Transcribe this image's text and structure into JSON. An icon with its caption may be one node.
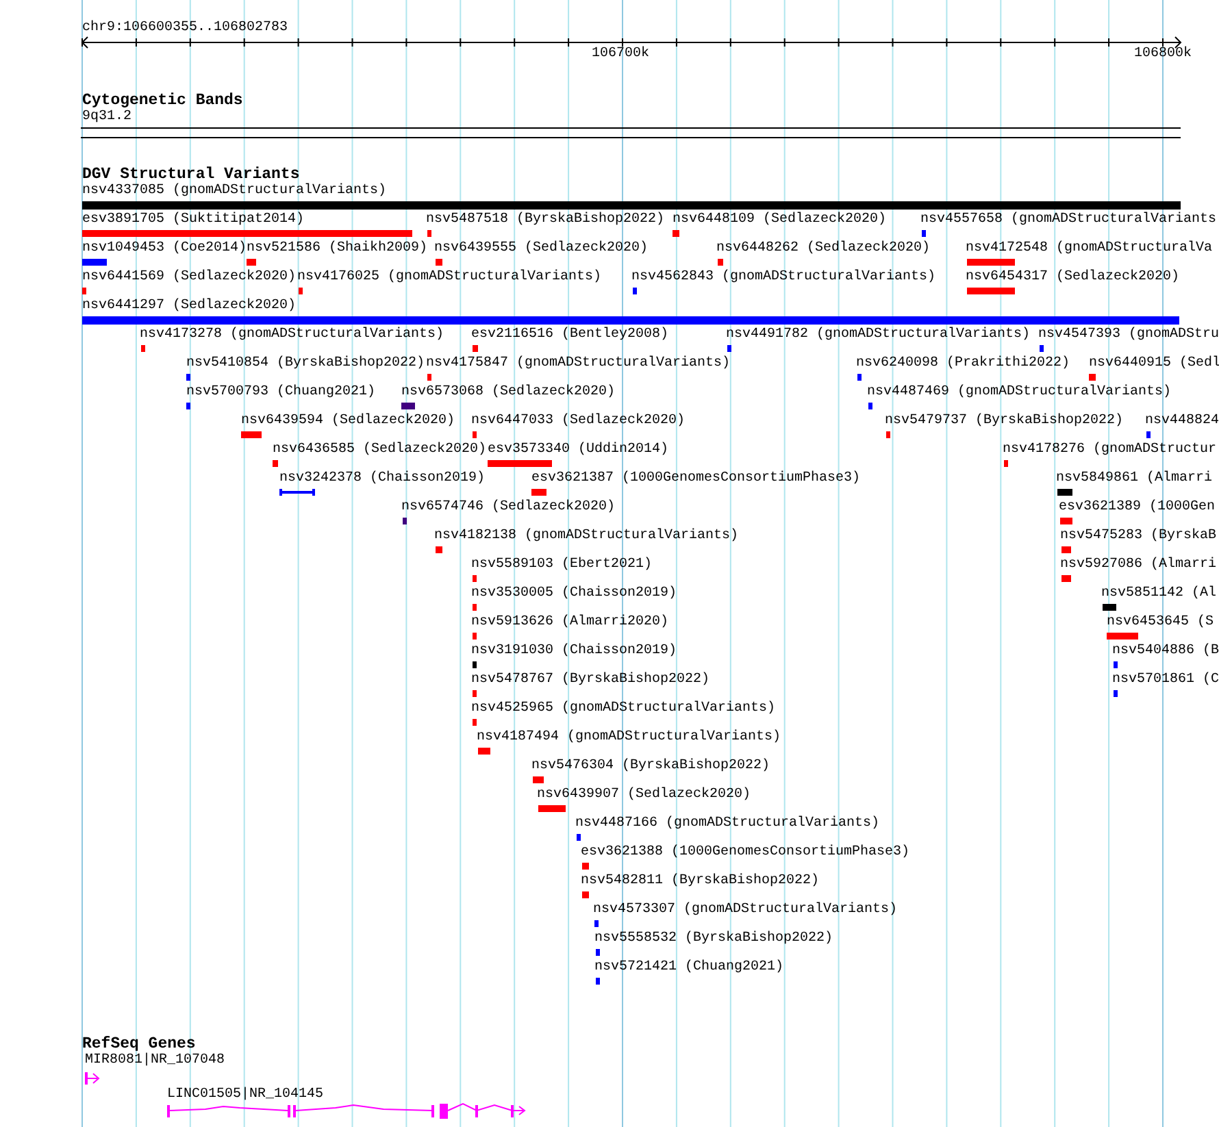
{
  "diagram": {
    "labels": [
      "chr9:106600355..106802783",
      "106700k",
      "106800k",
      "Cytogenetic Bands",
      "9q31.2",
      "DGV Structural Variants",
      "nsv4337085 (gnomADStructuralVariants)",
      "esv3891705 (Suktitipat2014)",
      "nsv5487518 (ByrskaBishop2022)",
      "nsv6448109 (Sedlazeck2020)",
      "nsv4557658 (gnomADStructuralVariants",
      "nsv1049453 (Coe2014)",
      "nsv521586 (Shaikh2009)",
      "nsv6439555 (Sedlazeck2020)",
      "nsv6448262 (Sedlazeck2020)",
      "nsv4172548 (gnomADStructuralVa",
      "nsv6441569 (Sedlazeck2020)",
      "nsv4176025 (gnomADStructuralVariants)",
      "nsv4562843 (gnomADStructuralVariants)",
      "nsv6454317 (Sedlazeck2020)",
      "nsv6441297 (Sedlazeck2020)",
      "nsv4173278 (gnomADStructuralVariants)",
      "esv2116516 (Bentley2008)",
      "nsv4491782 (gnomADStructuralVariants)",
      "nsv4547393 (gnomADStru",
      "nsv5410854 (ByrskaBishop2022)",
      "nsv4175847 (gnomADStructuralVariants)",
      "nsv6240098 (Prakrithi2022)",
      "nsv6440915 (Sedl",
      "nsv5700793 (Chuang2021)",
      "nsv6573068 (Sedlazeck2020)",
      "nsv4487469 (gnomADStructuralVariants)",
      "nsv6439594 (Sedlazeck2020)",
      "nsv6447033 (Sedlazeck2020)",
      "nsv5479737 (ByrskaBishop2022)",
      "nsv448824",
      "nsv6436585 (Sedlazeck2020)",
      "esv3573340 (Uddin2014)",
      "nsv4178276 (gnomADStructur",
      "nsv3242378 (Chaisson2019)",
      "esv3621387 (1000GenomesConsortiumPhase3)",
      "nsv5849861 (Almarri",
      "nsv6574746 (Sedlazeck2020)",
      "esv3621389 (1000Gen",
      "nsv4182138 (gnomADStructuralVariants)",
      "nsv5475283 (ByrskaB",
      "nsv5589103 (Ebert2021)",
      "nsv5927086 (Almarri",
      "nsv3530005 (Chaisson2019)",
      "nsv5851142 (Al",
      "nsv5913626 (Almarri2020)",
      "nsv6453645 (S",
      "nsv3191030 (Chaisson2019)",
      "nsv5404886 (B",
      "nsv5478767 (ByrskaBishop2022)",
      "nsv5701861 (C",
      "nsv4525965 (gnomADStructuralVariants)",
      "nsv4187494 (gnomADStructuralVariants)",
      "nsv5476304 (ByrskaBishop2022)",
      "nsv6439907 (Sedlazeck2020)",
      "nsv4487166 (gnomADStructuralVariants)",
      "esv3621388 (1000GenomesConsortiumPhase3)",
      "nsv5482811 (ByrskaBishop2022)",
      "nsv4573307 (gnomADStructuralVariants)",
      "nsv5558532 (ByrskaBishop2022)",
      "nsv5721421 (Chuang2021)",
      "RefSeq Genes",
      "MIR8081|NR_107048",
      "LINC01505|NR_104145"
    ]
  }
}
